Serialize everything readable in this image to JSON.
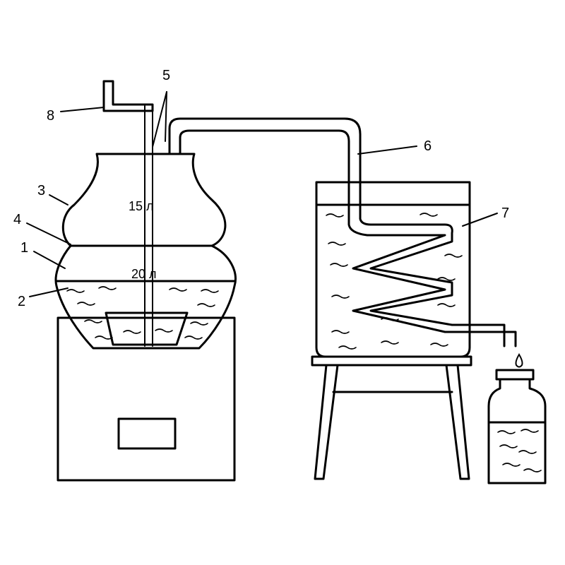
{
  "diagram": {
    "part_labels": [
      "1",
      "2",
      "3",
      "4",
      "5",
      "6",
      "7",
      "8"
    ],
    "volume_upper": "15 л",
    "volume_lower": "20 л"
  }
}
